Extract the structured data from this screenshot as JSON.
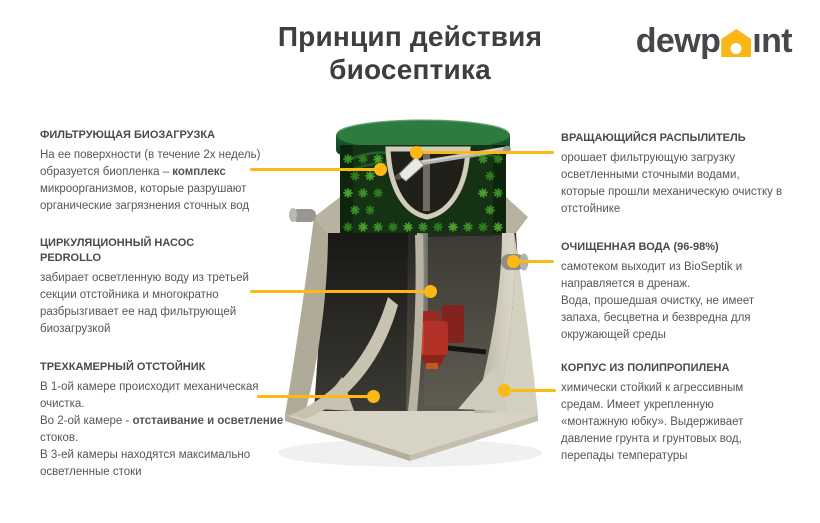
{
  "header": {
    "title_line1": "Принцип действия",
    "title_line2": "биосептика"
  },
  "logo": {
    "prefix": "dewp",
    "suffix": "ınt",
    "icon": "house-icon",
    "icon_color": "#f9b616",
    "text_color": "#47464a"
  },
  "colors": {
    "accent_yellow": "#fcb813",
    "title_gray": "#3e3e40",
    "heading_gray": "#4a4a4a",
    "body_gray": "#565656",
    "lid_green": "#2e7b40",
    "filter_green": "#3c8f27",
    "shell_beige": "#c9c4b1",
    "pump_red": "#b23227",
    "background": "#ffffff"
  },
  "annotations": {
    "left": [
      {
        "title_lines": [
          "ФИЛЬТРУЮЩАЯ БИОЗАГРУЗКА"
        ],
        "lines": [
          [
            {
              "t": "На ее поверхности (в течение 2х недель)"
            }
          ],
          [
            {
              "t": "образуется биопленка – "
            },
            {
              "t": "комплекс",
              "b": true
            }
          ],
          [
            {
              "t": "микроорганизмов, которые разрушают"
            }
          ],
          [
            {
              "t": "органические загрязнения сточных вод"
            }
          ]
        ]
      },
      {
        "title_lines": [
          "ЦИРКУЛЯЦИОННЫЙ НАСОС",
          "PEDROLLO"
        ],
        "lines": [
          [
            {
              "t": "забирает осветленную воду из третьей"
            }
          ],
          [
            {
              "t": "секции отстойника и многократно"
            }
          ],
          [
            {
              "t": "разбрызгивает ее над фильтрующей"
            }
          ],
          [
            {
              "t": "биозагрузкой"
            }
          ]
        ]
      },
      {
        "title_lines": [
          "ТРЕХКАМЕРНЫЙ ОТСТОЙНИК"
        ],
        "lines": [
          [
            {
              "t": "В 1-ой камере происходит механическая"
            }
          ],
          [
            {
              "t": "очистка."
            }
          ],
          [
            {
              "t": "Во 2-ой камере - "
            },
            {
              "t": "отстаивание и осветление",
              "b": true
            }
          ],
          [
            {
              "t": "стоков."
            }
          ],
          [
            {
              "t": "В 3-ей камеры находятся максимально"
            }
          ],
          [
            {
              "t": "осветленные стоки"
            }
          ]
        ]
      }
    ],
    "right": [
      {
        "title_lines": [
          "ВРАЩАЮЩИЙСЯ РАСПЫЛИТЕЛЬ"
        ],
        "lines": [
          [
            {
              "t": "орошает фильтрующую загрузку"
            }
          ],
          [
            {
              "t": "осветленными сточными водами,"
            }
          ],
          [
            {
              "t": "которые прошли механическую очистку в"
            }
          ],
          [
            {
              "t": "отстойнике"
            }
          ]
        ]
      },
      {
        "title_lines": [
          "ОЧИЩЕННАЯ ВОДА (96-98%)"
        ],
        "lines": [
          [
            {
              "t": "самотеком выходит из BioSeptik и"
            }
          ],
          [
            {
              "t": "направляется в дренаж."
            }
          ],
          [
            {
              "t": "Вода, прошедшая очистку, не имеет"
            }
          ],
          [
            {
              "t": "запаха, бесцветна и безвредна для"
            }
          ],
          [
            {
              "t": "окружающей среды"
            }
          ]
        ]
      },
      {
        "title_lines": [
          "КОРПУС ИЗ ПОЛИПРОПИЛЕНА"
        ],
        "lines": [
          [
            {
              "t": "химически стойкий к агрессивным"
            }
          ],
          [
            {
              "t": "средам. Имеет укрепленную"
            }
          ],
          [
            {
              "t": "«монтажную юбку». Выдерживает"
            }
          ],
          [
            {
              "t": "давление грунта и грунтовых вод,"
            }
          ],
          [
            {
              "t": "перепады температуры"
            }
          ]
        ]
      }
    ]
  },
  "illustration": {
    "name": "bioseptic-cutaway"
  }
}
